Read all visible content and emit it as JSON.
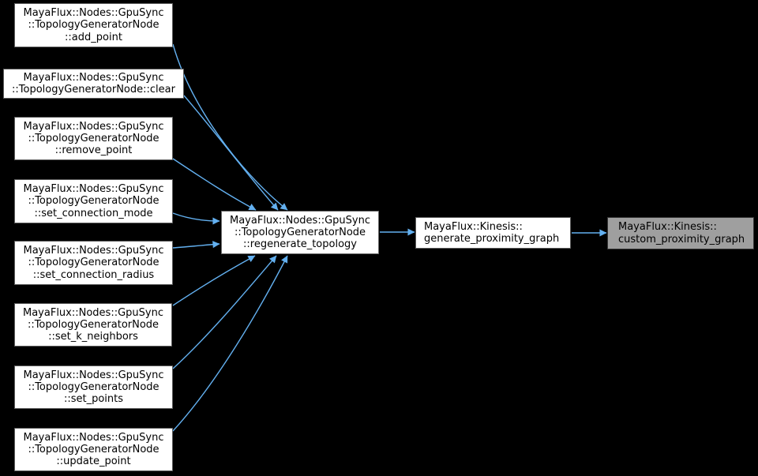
{
  "graph": {
    "kind": "caller-graph",
    "colors": {
      "background": "#000000",
      "edge": "#63b0f0",
      "node_fill": "#ffffff",
      "node_border": "#5c5c5c",
      "highlight_fill": "#9f9f9f",
      "highlight_border": "#353535",
      "text": "#000000"
    },
    "nodes": [
      {
        "id": "add_point",
        "lines": [
          "MayaFlux::Nodes::GpuSync",
          "::TopologyGeneratorNode",
          "::add_point"
        ]
      },
      {
        "id": "clear",
        "lines": [
          "MayaFlux::Nodes::GpuSync",
          "::TopologyGeneratorNode::clear"
        ]
      },
      {
        "id": "remove_point",
        "lines": [
          "MayaFlux::Nodes::GpuSync",
          "::TopologyGeneratorNode",
          "::remove_point"
        ]
      },
      {
        "id": "set_connection_mode",
        "lines": [
          "MayaFlux::Nodes::GpuSync",
          "::TopologyGeneratorNode",
          "::set_connection_mode"
        ]
      },
      {
        "id": "set_connection_radius",
        "lines": [
          "MayaFlux::Nodes::GpuSync",
          "::TopologyGeneratorNode",
          "::set_connection_radius"
        ]
      },
      {
        "id": "set_k_neighbors",
        "lines": [
          "MayaFlux::Nodes::GpuSync",
          "::TopologyGeneratorNode",
          "::set_k_neighbors"
        ]
      },
      {
        "id": "set_points",
        "lines": [
          "MayaFlux::Nodes::GpuSync",
          "::TopologyGeneratorNode",
          "::set_points"
        ]
      },
      {
        "id": "update_point",
        "lines": [
          "MayaFlux::Nodes::GpuSync",
          "::TopologyGeneratorNode",
          "::update_point"
        ]
      },
      {
        "id": "regenerate_topology",
        "lines": [
          "MayaFlux::Nodes::GpuSync",
          "::TopologyGeneratorNode",
          "::regenerate_topology"
        ]
      },
      {
        "id": "generate_proximity_graph",
        "lines": [
          "MayaFlux::Kinesis::",
          "generate_proximity_graph"
        ]
      },
      {
        "id": "custom_proximity_graph",
        "lines": [
          "MayaFlux::Kinesis::",
          "custom_proximity_graph"
        ],
        "highlighted": true
      }
    ],
    "edges": [
      {
        "from": "add_point",
        "to": "regenerate_topology"
      },
      {
        "from": "clear",
        "to": "regenerate_topology"
      },
      {
        "from": "remove_point",
        "to": "regenerate_topology"
      },
      {
        "from": "set_connection_mode",
        "to": "regenerate_topology"
      },
      {
        "from": "set_connection_radius",
        "to": "regenerate_topology"
      },
      {
        "from": "set_k_neighbors",
        "to": "regenerate_topology"
      },
      {
        "from": "set_points",
        "to": "regenerate_topology"
      },
      {
        "from": "update_point",
        "to": "regenerate_topology"
      },
      {
        "from": "regenerate_topology",
        "to": "generate_proximity_graph"
      },
      {
        "from": "generate_proximity_graph",
        "to": "custom_proximity_graph"
      }
    ]
  }
}
